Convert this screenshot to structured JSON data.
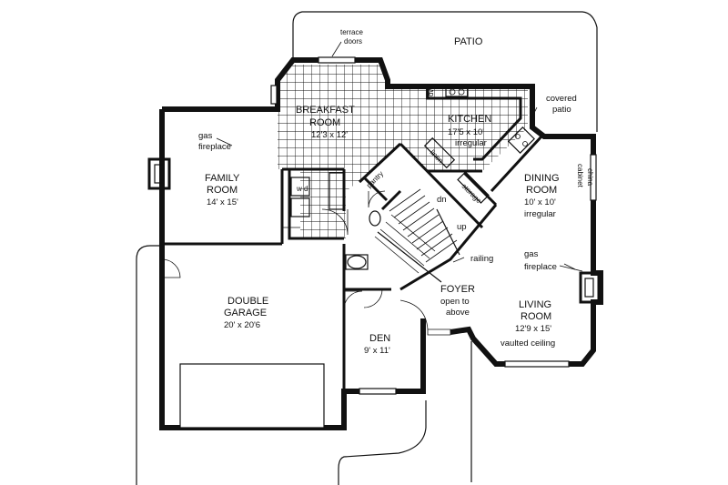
{
  "labels": {
    "patio": "PATIO",
    "terrace_doors_1": "terrace",
    "terrace_doors_2": "doors",
    "covered_patio_1": "covered",
    "covered_patio_2": "patio",
    "breakfast_1": "BREAKFAST",
    "breakfast_2": "ROOM",
    "breakfast_dim": "12'3 x 12'",
    "kitchen": "KITCHEN",
    "kitchen_dim": "17'5 x 10'",
    "kitchen_note": "irregular",
    "dw": "dw",
    "family_1": "FAMILY",
    "family_2": "ROOM",
    "family_dim": "14' x 15'",
    "gas_fp_left_1": "gas",
    "gas_fp_left_2": "fireplace",
    "dining_1": "DINING",
    "dining_2": "ROOM",
    "dining_dim": "10' x 10'",
    "dining_note": "irregular",
    "china_1": "china",
    "china_2": "cabinet",
    "pantry": "pantry",
    "dn": "dn",
    "up": "up",
    "railing": "railing",
    "gas_fp_right_1": "gas",
    "gas_fp_right_2": "fireplace",
    "garage_1": "DOUBLE",
    "garage_2": "GARAGE",
    "garage_dim": "20' x 20'6",
    "foyer": "FOYER",
    "foyer_note_1": "open to",
    "foyer_note_2": "above",
    "living_1": "LIVING",
    "living_2": "ROOM",
    "living_dim": "12'9 x 15'",
    "living_note": "vaulted ceiling",
    "den": "DEN",
    "den_dim": "9' x 11'",
    "wd": "w d",
    "linen": "linen",
    "storage": "storage"
  }
}
